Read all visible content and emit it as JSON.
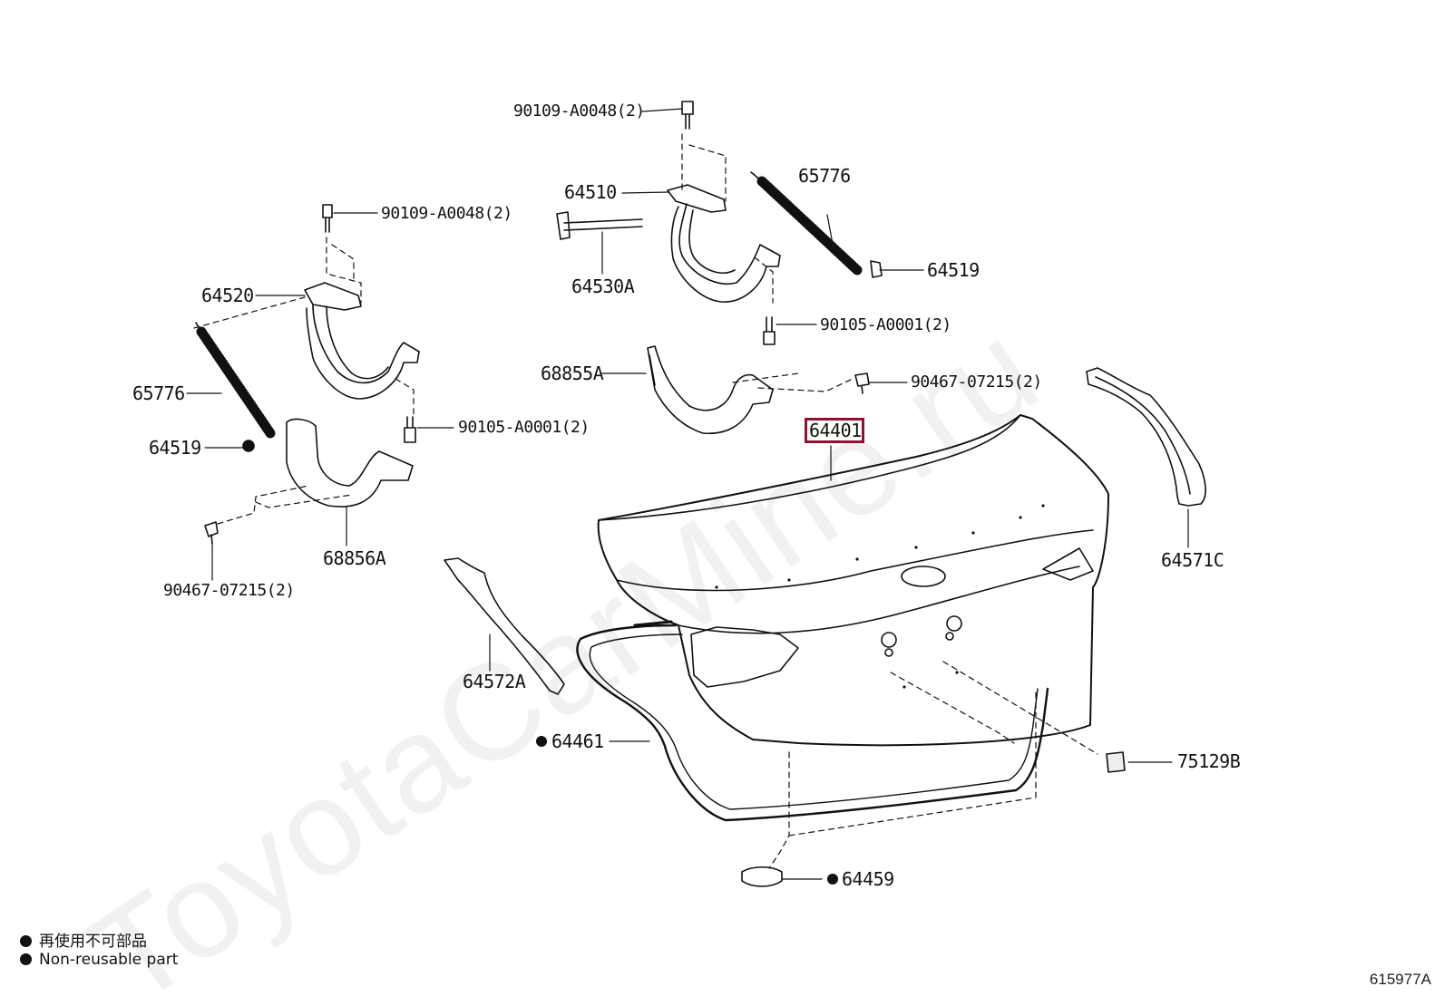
{
  "watermark": "ToyotaCarMine.ru",
  "labels": {
    "bolt_right_top": "90109-A0048(2)",
    "hinge_right": "64510",
    "spring_right": "65776",
    "rod_right": "64530A",
    "retainer_right": "64519",
    "bolt_right_bottom": "90105-A0001(2)",
    "bolt_left_top": "90109-A0048(2)",
    "hinge_left": "64520",
    "spring_left": "65776",
    "retainer_left": "64519",
    "bolt_left_bottom": "90105-A0001(2)",
    "cover_right": "68855A",
    "clip_right": "90467-07215(2)",
    "lid": "64401",
    "cover_left": "68856A",
    "clip_left": "90467-07215(2)",
    "garnish_right": "64571C",
    "garnish_left": "64572A",
    "weatherstrip": "64461",
    "plate": "75129B",
    "cushion": "64459"
  },
  "legend": {
    "line_jp": "再使用不可部品",
    "line_en": "Non-reusable part"
  },
  "diagram_code": "615977A",
  "colors": {
    "highlight": "#8a1330",
    "line": "#111111"
  }
}
